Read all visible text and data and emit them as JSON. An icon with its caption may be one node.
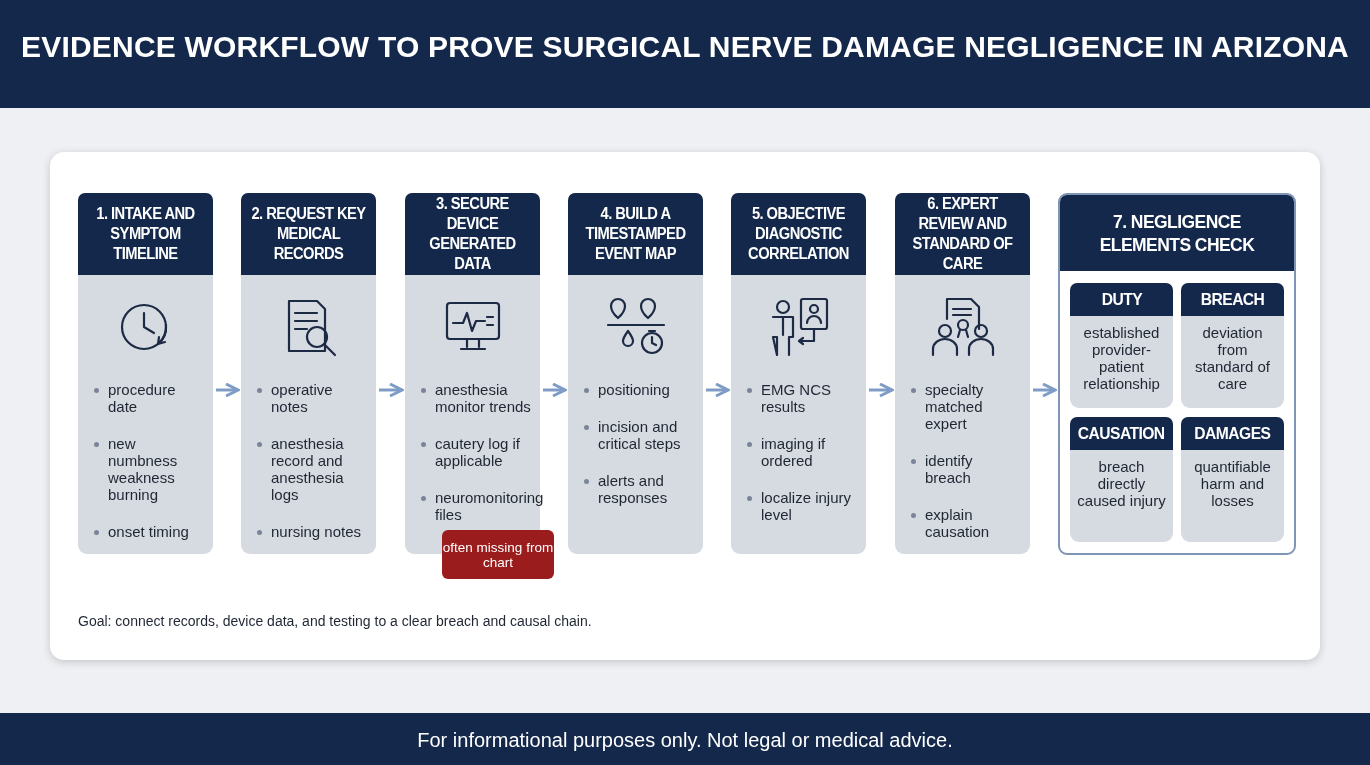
{
  "diagram": {
    "title": "EVIDENCE WORKFLOW TO PROVE SURGICAL NERVE DAMAGE NEGLIGENCE IN ARIZONA",
    "nodes": [
      {
        "text": [
          "1. INTAKE AND SYMPTOM TIMELINE",
          "procedure date",
          "new numbness weakness burning",
          "onset timing"
        ]
      },
      {
        "text": [
          "2. REQUEST KEY MEDICAL RECORDS",
          "operative notes",
          "anesthesia record and anesthesia logs",
          "nursing notes"
        ]
      },
      {
        "text": [
          "3. SECURE DEVICE GENERATED DATA",
          "anesthesia monitor trends",
          "cautery log if applicable",
          "neuromonitoring files"
        ]
      },
      {
        "text": [
          "4. BUILD A TIMESTAMPED EVENT MAP",
          "positioning",
          "incision and critical steps",
          "alerts and responses"
        ]
      },
      {
        "text": [
          "5. OBJECTIVE DIAGNOSTIC CORRELATION",
          "EMG NCS results",
          "imaging if ordered",
          "localize injury level"
        ]
      },
      {
        "text": [
          "6. EXPERT REVIEW AND STANDARD OF CARE",
          "specialty matched expert",
          "identify breach",
          "explain causation"
        ]
      },
      {
        "text": [
          "7. NEGLIGENCE ELEMENTS CHECK"
        ]
      },
      {
        "text": [
          "DUTY",
          "established provider-patient relationship"
        ],
        "in": 6
      },
      {
        "text": [
          "BREACH",
          "deviation from standard of care"
        ],
        "in": 6
      },
      {
        "text": [
          "CAUSATION",
          "breach directly caused injury"
        ],
        "in": 6
      },
      {
        "text": [
          "DAMAGES",
          "quantifiable harm and losses"
        ],
        "in": 6
      },
      {
        "text": [
          "often missing from chart"
        ]
      }
    ],
    "edges": [
      {
        "from": 0,
        "to": 1,
        "arrow": "to"
      },
      {
        "from": 1,
        "to": 2,
        "arrow": "to"
      },
      {
        "from": 2,
        "to": 3,
        "arrow": "to"
      },
      {
        "from": 3,
        "to": 4,
        "arrow": "to"
      },
      {
        "from": 4,
        "to": 5,
        "arrow": "to"
      },
      {
        "from": 5,
        "to": 6,
        "arrow": "to"
      }
    ],
    "labels": [
      "Goal: connect records, device data, and testing to a clear breach and causal chain.",
      "For informational purposes only. Not legal or medical advice."
    ]
  }
}
